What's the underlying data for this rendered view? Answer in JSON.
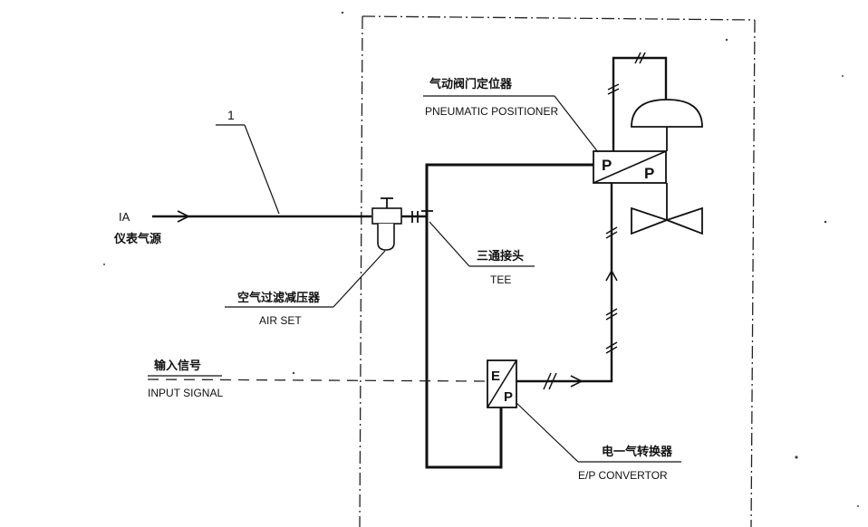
{
  "labels": {
    "callout_number": "1",
    "ia": "IA",
    "ia_cn": "仪表气源",
    "positioner_cn": "气动阀门定位器",
    "positioner_en": "PNEUMATIC POSITIONER",
    "tee_cn": "三通接头",
    "tee_en": "TEE",
    "airset_cn": "空气过滤减压器",
    "airset_en": "AIR SET",
    "input_cn": "输入信号",
    "input_en": "INPUT SIGNAL",
    "ep_cn": "电一气转换器",
    "ep_en": "E/P CONVERTOR",
    "positioner_p_left": "P",
    "positioner_p_right": "P",
    "ep_e": "E",
    "ep_p": "P"
  },
  "icons": {
    "valve_actuator": "diaphragm-actuator-icon",
    "valve_body": "globe-valve-icon",
    "air_set": "filter-regulator-icon",
    "tee": "tee-fitting-icon"
  }
}
